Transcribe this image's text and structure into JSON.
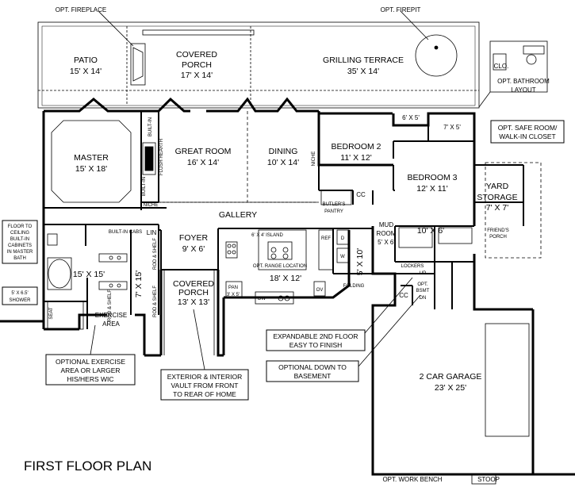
{
  "title": "FIRST FLOOR PLAN",
  "rooms": {
    "patio": {
      "name": "PATIO",
      "size": "15' X 14'"
    },
    "covered_porch_rear": {
      "name1": "COVERED",
      "name2": "PORCH",
      "size": "17' X 14'"
    },
    "grilling_terrace": {
      "name": "GRILLING TERRACE",
      "size": "35' X 14'"
    },
    "master": {
      "name": "MASTER",
      "size": "15' X 18'"
    },
    "great_room": {
      "name": "GREAT ROOM",
      "size": "16' X 14'"
    },
    "dining": {
      "name": "DINING",
      "size": "10' X 14'"
    },
    "bedroom2": {
      "name": "BEDROOM 2",
      "size": "11' X 12'"
    },
    "bedroom3": {
      "name": "BEDROOM 3",
      "size": "12' X 11'"
    },
    "yard_storage": {
      "name1": "YARD",
      "name2": "STORAGE",
      "size": "7' X 7'"
    },
    "gallery": {
      "name": "GALLERY"
    },
    "foyer": {
      "name": "FOYER",
      "size": "9' X 6'"
    },
    "covered_porch_front": {
      "name1": "COVERED",
      "name2": "PORCH",
      "size": "13' X 13'"
    },
    "kitchen": {
      "size": "18' X 12'"
    },
    "master_bath": {
      "size": "15' X 15'"
    },
    "wic": {
      "size": "7' X 15'"
    },
    "exercise": {
      "name1": "EXERCISE",
      "name2": "AREA"
    },
    "mud_room": {
      "name1": "MUD",
      "name2": "ROOM",
      "size": "5' X 6'"
    },
    "garage": {
      "name": "2 CAR GARAGE",
      "size": "23' X 25'"
    },
    "laundry": {
      "size": "5' X 10'"
    },
    "bath_6x5": {
      "size": "6' X 5'"
    },
    "closet_7x5": {
      "size": "7' X 5'"
    },
    "bath_10x6": {
      "size": "10' X 6'"
    }
  },
  "labels": {
    "opt_fireplace": "OPT. FIREPLACE",
    "opt_firepit": "OPT. FIREPIT",
    "clo": "CLO.",
    "opt_bath1": "OPT. BATHROOM",
    "opt_bath2": "LAYOUT",
    "built_in": "BUILT-IN",
    "built_in_short": "BUILT-IN",
    "flush_hearth": "FLUSH HEARTH",
    "niche": "NICHE",
    "niche2": "NICHE",
    "built_in_cabs": "BUILT-IN CABS",
    "lin": "LIN",
    "rod_shelf1": "ROD & SHELF",
    "rod_shelf2": "ROD & SHELF",
    "rod_shelf3": "ROD & SHELF",
    "island": "6' X 4' ISLAND",
    "range": "OPT. RANGE LOCATION",
    "ref": "REF",
    "dw": "DW",
    "ov": "OV",
    "pan1": "PAN",
    "pan2": "3' X 5'",
    "butlers1": "BUTLER'S",
    "butlers2": "PANTRY",
    "cc": "CC",
    "cc2": "CC",
    "d": "D",
    "w": "W",
    "folding": "FOLDING",
    "lockers": "LOCKERS",
    "up": "UP",
    "opt_bsmt1": "OPT.",
    "opt_bsmt2": "BSMT",
    "dn": "DN",
    "friends1": "FRIEND'S",
    "friends2": "PORCH",
    "seat": "SEAT",
    "stoop": "STOOP",
    "opt_work_bench": "OPT. WORK BENCH"
  },
  "notes": {
    "safe_room": [
      "OPT. SAFE ROOM/",
      "WALK-IN CLOSET"
    ],
    "built_in_cabinets": [
      "FLOOR TO",
      "CEILING",
      "BUILT-IN",
      "CABINETS",
      "IN MASTER",
      "BATH"
    ],
    "shower": [
      "5' X 6.5'",
      "SHOWER"
    ],
    "exercise_area": [
      "OPTIONAL EXERCISE",
      "AREA OR LARGER",
      "HIS/HERS WIC"
    ],
    "vault": [
      "EXTERIOR & INTERIOR",
      "VAULT FROM FRONT",
      "TO REAR OF HOME"
    ],
    "expandable": [
      "EXPANDABLE 2ND FLOOR",
      "EASY TO FINISH"
    ],
    "down_basement": [
      "OPTIONAL DOWN TO",
      "BASEMENT"
    ]
  }
}
